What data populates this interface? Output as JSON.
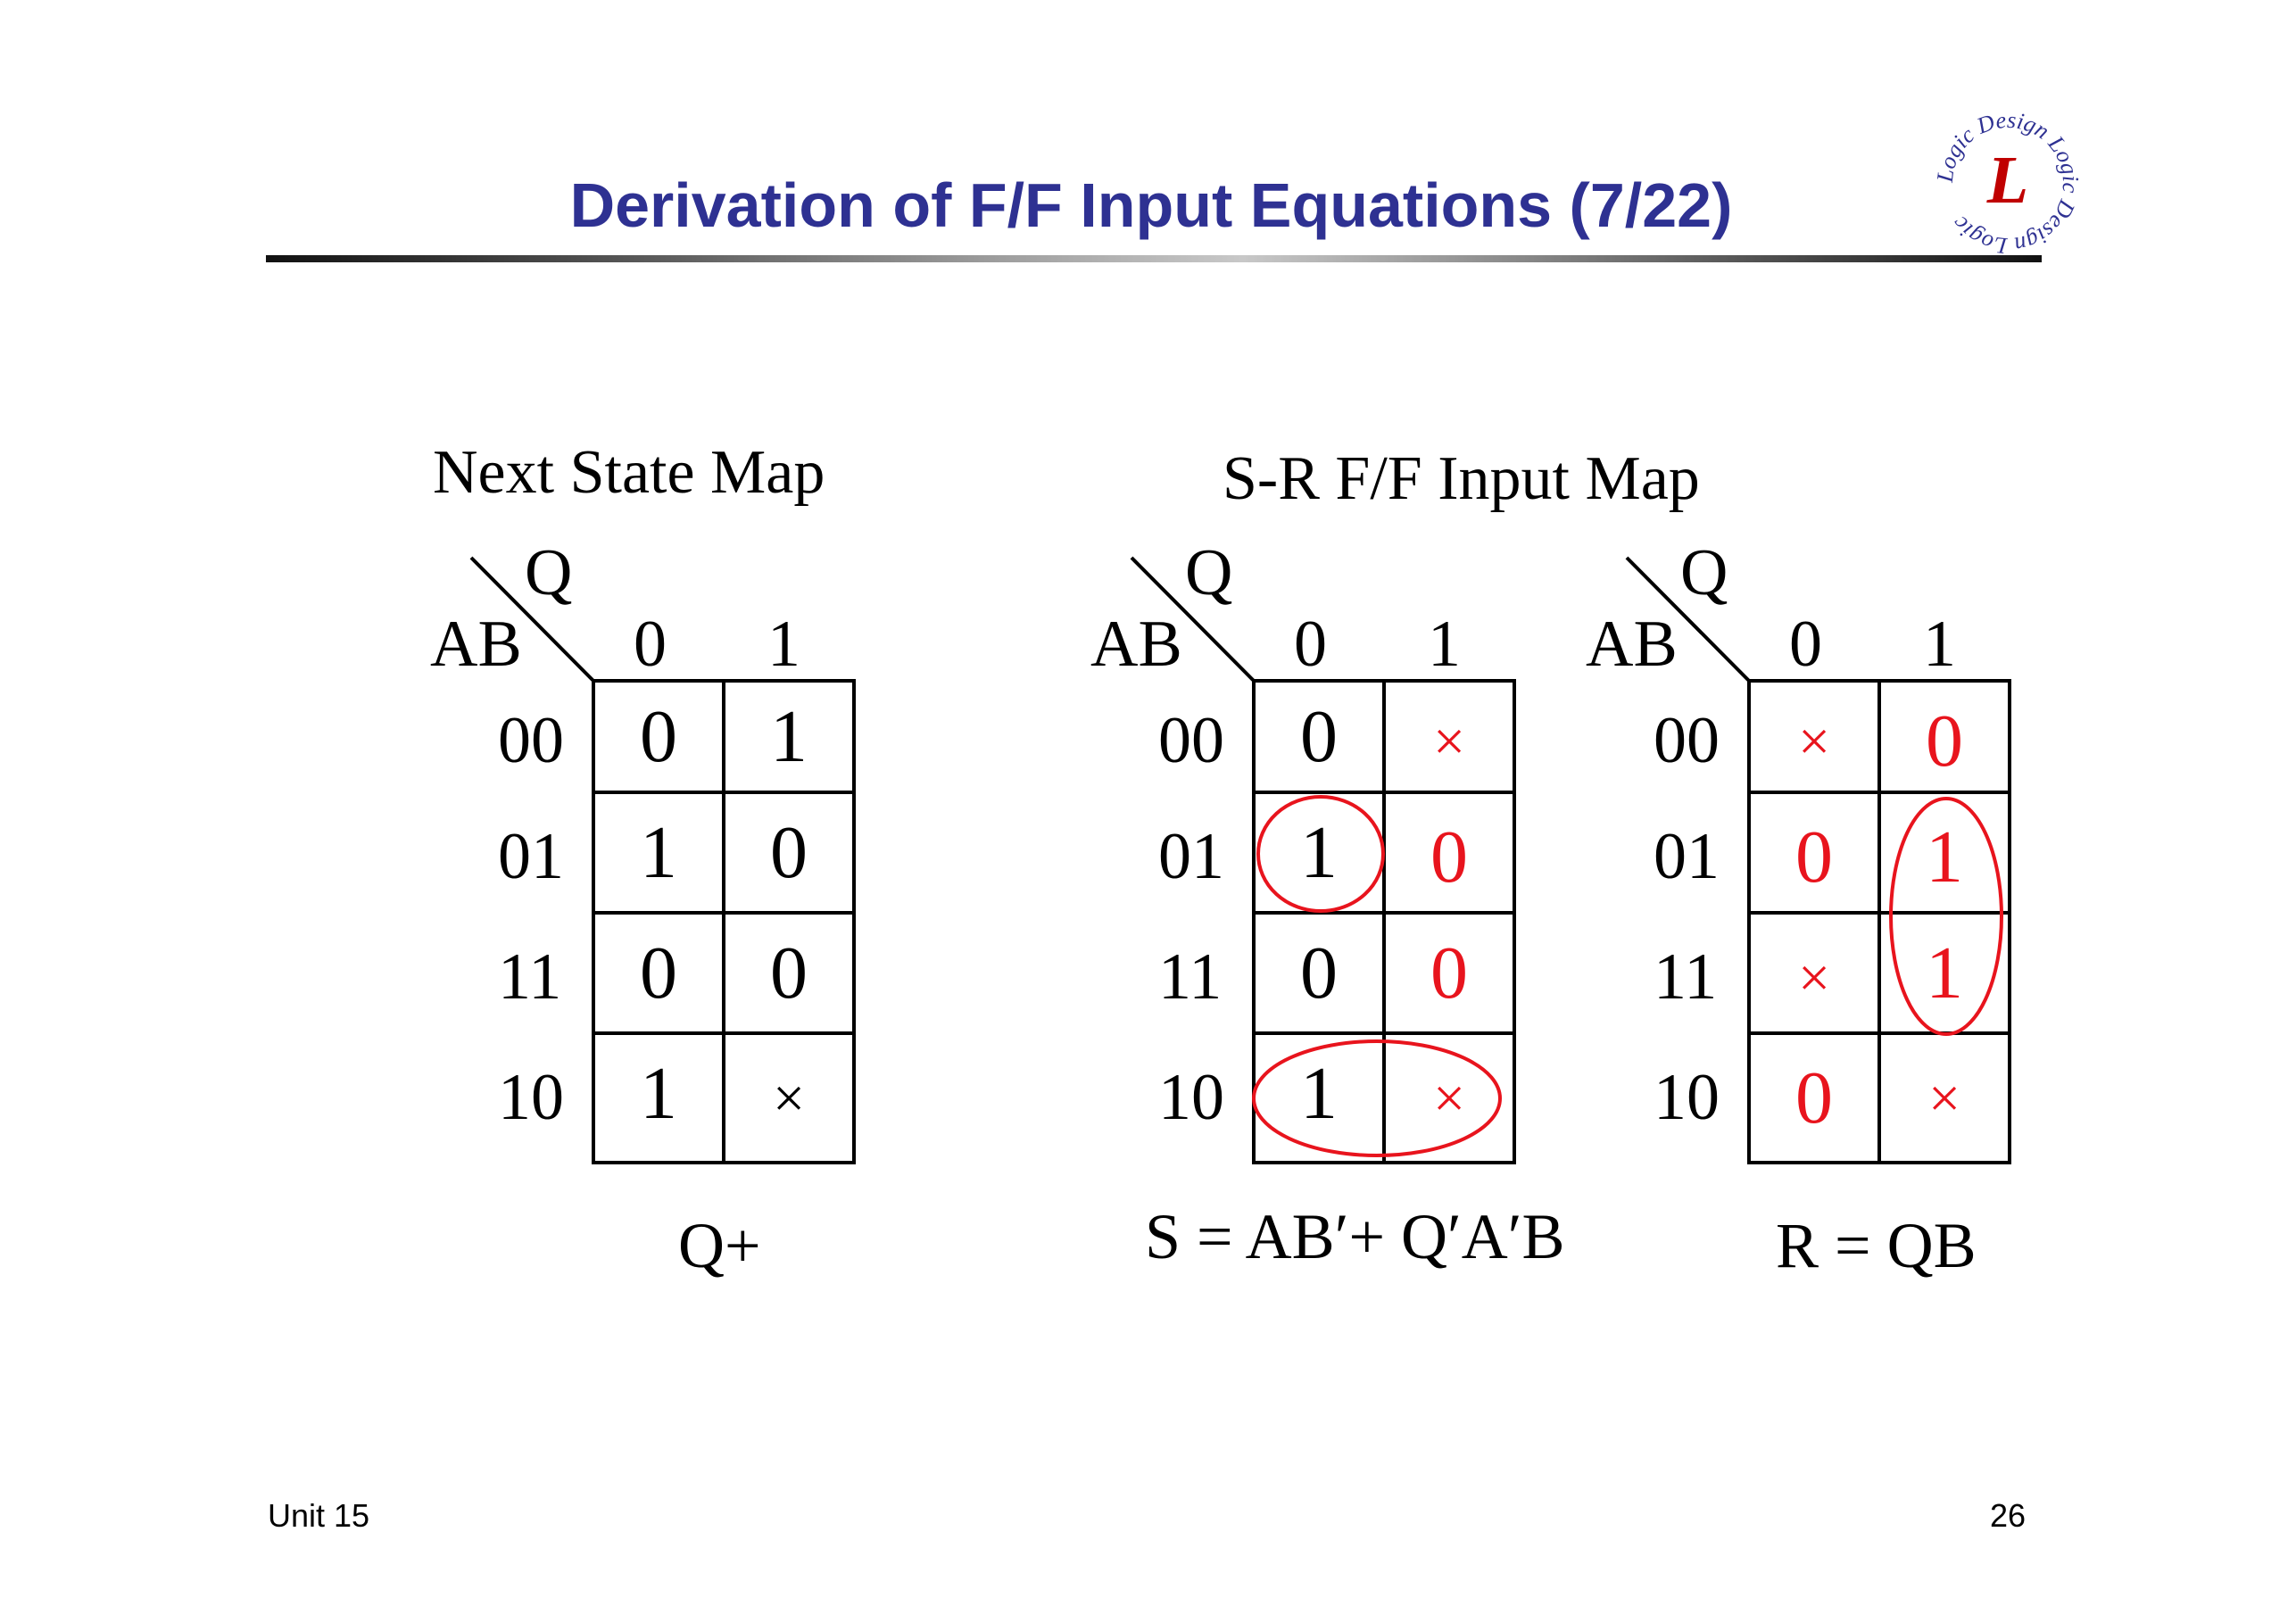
{
  "slide": {
    "title": "Derivation of F/F Input Equations (7/22)",
    "footer_left": "Unit 15",
    "page_number": "26",
    "logo_text": "Logic Design",
    "logo_letter": "L"
  },
  "next_state_title": "Next State Map",
  "sr_title": "S-R F/F Input Map",
  "maps": [
    {
      "row_var": "AB",
      "col_var": "Q",
      "col_headers": [
        "0",
        "1"
      ],
      "row_headers": [
        "00",
        "01",
        "11",
        "10"
      ],
      "cells": [
        [
          "0",
          "1"
        ],
        [
          "1",
          "0"
        ],
        [
          "0",
          "0"
        ],
        [
          "1",
          "×"
        ]
      ],
      "cell_colors": [
        [
          "#000000",
          "#000000"
        ],
        [
          "#000000",
          "#000000"
        ],
        [
          "#000000",
          "#000000"
        ],
        [
          "#000000",
          "#000000"
        ]
      ],
      "label": "Q+"
    },
    {
      "row_var": "AB",
      "col_var": "Q",
      "col_headers": [
        "0",
        "1"
      ],
      "row_headers": [
        "00",
        "01",
        "11",
        "10"
      ],
      "cells": [
        [
          "0",
          "×"
        ],
        [
          "1",
          "0"
        ],
        [
          "0",
          "0"
        ],
        [
          "1",
          "×"
        ]
      ],
      "cell_colors": [
        [
          "#000000",
          "#e8141d"
        ],
        [
          "#000000",
          "#e8141d"
        ],
        [
          "#000000",
          "#e8141d"
        ],
        [
          "#000000",
          "#e8141d"
        ]
      ],
      "label": "S = AB′+ Q′A′B"
    },
    {
      "row_var": "AB",
      "col_var": "Q",
      "col_headers": [
        "0",
        "1"
      ],
      "row_headers": [
        "00",
        "01",
        "11",
        "10"
      ],
      "cells": [
        [
          "×",
          "0"
        ],
        [
          "0",
          "1"
        ],
        [
          "×",
          "1"
        ],
        [
          "0",
          "×"
        ]
      ],
      "cell_colors": [
        [
          "#e8141d",
          "#e8141d"
        ],
        [
          "#e8141d",
          "#e8141d"
        ],
        [
          "#e8141d",
          "#e8141d"
        ],
        [
          "#e8141d",
          "#e8141d"
        ]
      ],
      "label": "R = QB"
    }
  ],
  "colors": {
    "title": "#2e3192",
    "highlight": "#e8141d"
  }
}
